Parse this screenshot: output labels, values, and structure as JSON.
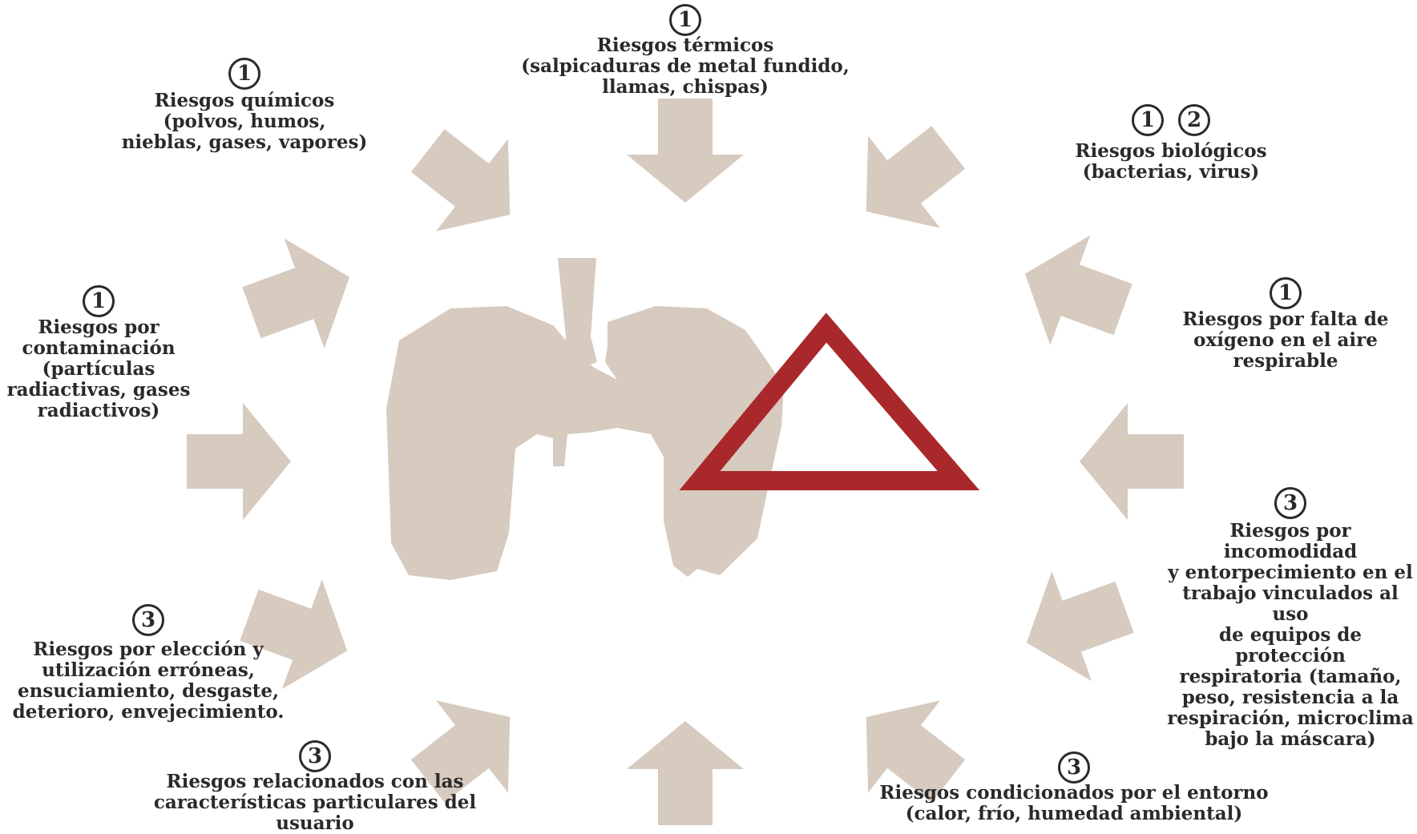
{
  "colors": {
    "arrow": "#d7cabe",
    "lungs": "#d7cabe",
    "triangle": "#a9282b",
    "text": "#2a2a2a"
  },
  "risks": [
    {
      "id": "thermal",
      "badges": [
        "1"
      ],
      "text": "Riesgos térmicos\n(salpicaduras de metal fundido,\nllamas, chispas)"
    },
    {
      "id": "chemical",
      "badges": [
        "1"
      ],
      "text": "Riesgos químicos\n(polvos, humos,\nnieblas, gases, vapores)"
    },
    {
      "id": "biological",
      "badges": [
        "1",
        "2"
      ],
      "text": "Riesgos biológicos\n(bacterias, virus)"
    },
    {
      "id": "contamination",
      "badges": [
        "1"
      ],
      "text": "Riesgos por\ncontaminación\n(partículas\nradiactivas, gases\nradiactivos)"
    },
    {
      "id": "oxygen",
      "badges": [
        "1"
      ],
      "text": "Riesgos por falta de\noxígeno en el aire\nrespirable"
    },
    {
      "id": "discomfort",
      "badges": [
        "3"
      ],
      "text": "Riesgos por incomodidad\ny entorpecimiento en el\ntrabajo vinculados al uso\nde equipos de protección\nrespiratoria (tamaño,\npeso, resistencia a la\nrespiración, microclima\nbajo la máscara)"
    },
    {
      "id": "misuse",
      "badges": [
        "3"
      ],
      "text": "Riesgos por elección y\nutilización erróneas,\nensuciamiento, desgaste,\ndeterioro, envejecimiento."
    },
    {
      "id": "user",
      "badges": [
        "3"
      ],
      "text": "Riesgos relacionados con las\ncaracterísticas particulares del\nusuario"
    },
    {
      "id": "environment",
      "badges": [
        "3"
      ],
      "text": "Riesgos condicionados por el entorno\n(calor, frío, humedad ambiental)"
    }
  ]
}
